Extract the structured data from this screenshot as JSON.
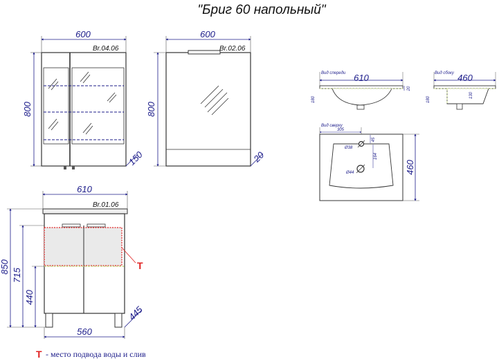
{
  "title": "\"Бриг 60 напольный\"",
  "mirror_cabinet": {
    "code": "Br.04.06",
    "width": "600",
    "height": "800",
    "depth": "150"
  },
  "mirror": {
    "code": "Br.02.06",
    "width": "600",
    "height": "800",
    "depth": "20"
  },
  "vanity": {
    "code": "Br.01.06",
    "top_width": "610",
    "bottom_width": "560",
    "height_total": "850",
    "height_body": "715",
    "height_connection": "440",
    "depth": "445",
    "marker": "Т"
  },
  "sink_front": {
    "label": "Вид спереди",
    "width": "610",
    "height": "180",
    "side": "20"
  },
  "sink_side": {
    "label": "Вид сбоку",
    "width": "460",
    "height": "180",
    "inner": "130"
  },
  "sink_top": {
    "label": "Вид сверху",
    "width_offset": "305",
    "depth": "460",
    "hole_tap": "Ø38",
    "hole_drain": "Ø44",
    "offset_a": "45",
    "offset_b": "164"
  },
  "legend": {
    "marker": "Т",
    "text": "- место подвода воды и слив"
  },
  "colors": {
    "dim": "#1c1c8a",
    "accent": "#e02020",
    "highlight": "#c8d88c"
  }
}
